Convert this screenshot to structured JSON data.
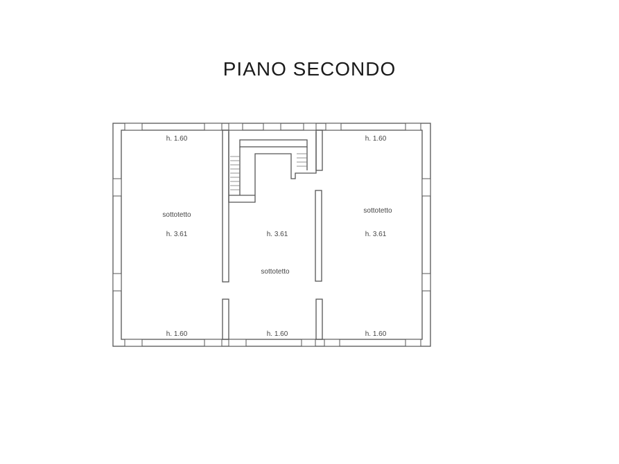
{
  "title": "PIANO SECONDO",
  "colors": {
    "wall": "#555555",
    "background": "#ffffff",
    "text": "#1a1a1a"
  },
  "rooms": {
    "left": {
      "top_height": "h. 1.60",
      "name": "sottotetto",
      "center_height": "h. 3.61",
      "bottom_height": "h. 1.60"
    },
    "center": {
      "center_height": "h. 3.61",
      "name": "sottotetto",
      "bottom_height": "h. 1.60"
    },
    "right": {
      "top_height": "h. 1.60",
      "name": "sottotetto",
      "center_height": "h. 3.61",
      "bottom_height": "h. 1.60"
    }
  }
}
